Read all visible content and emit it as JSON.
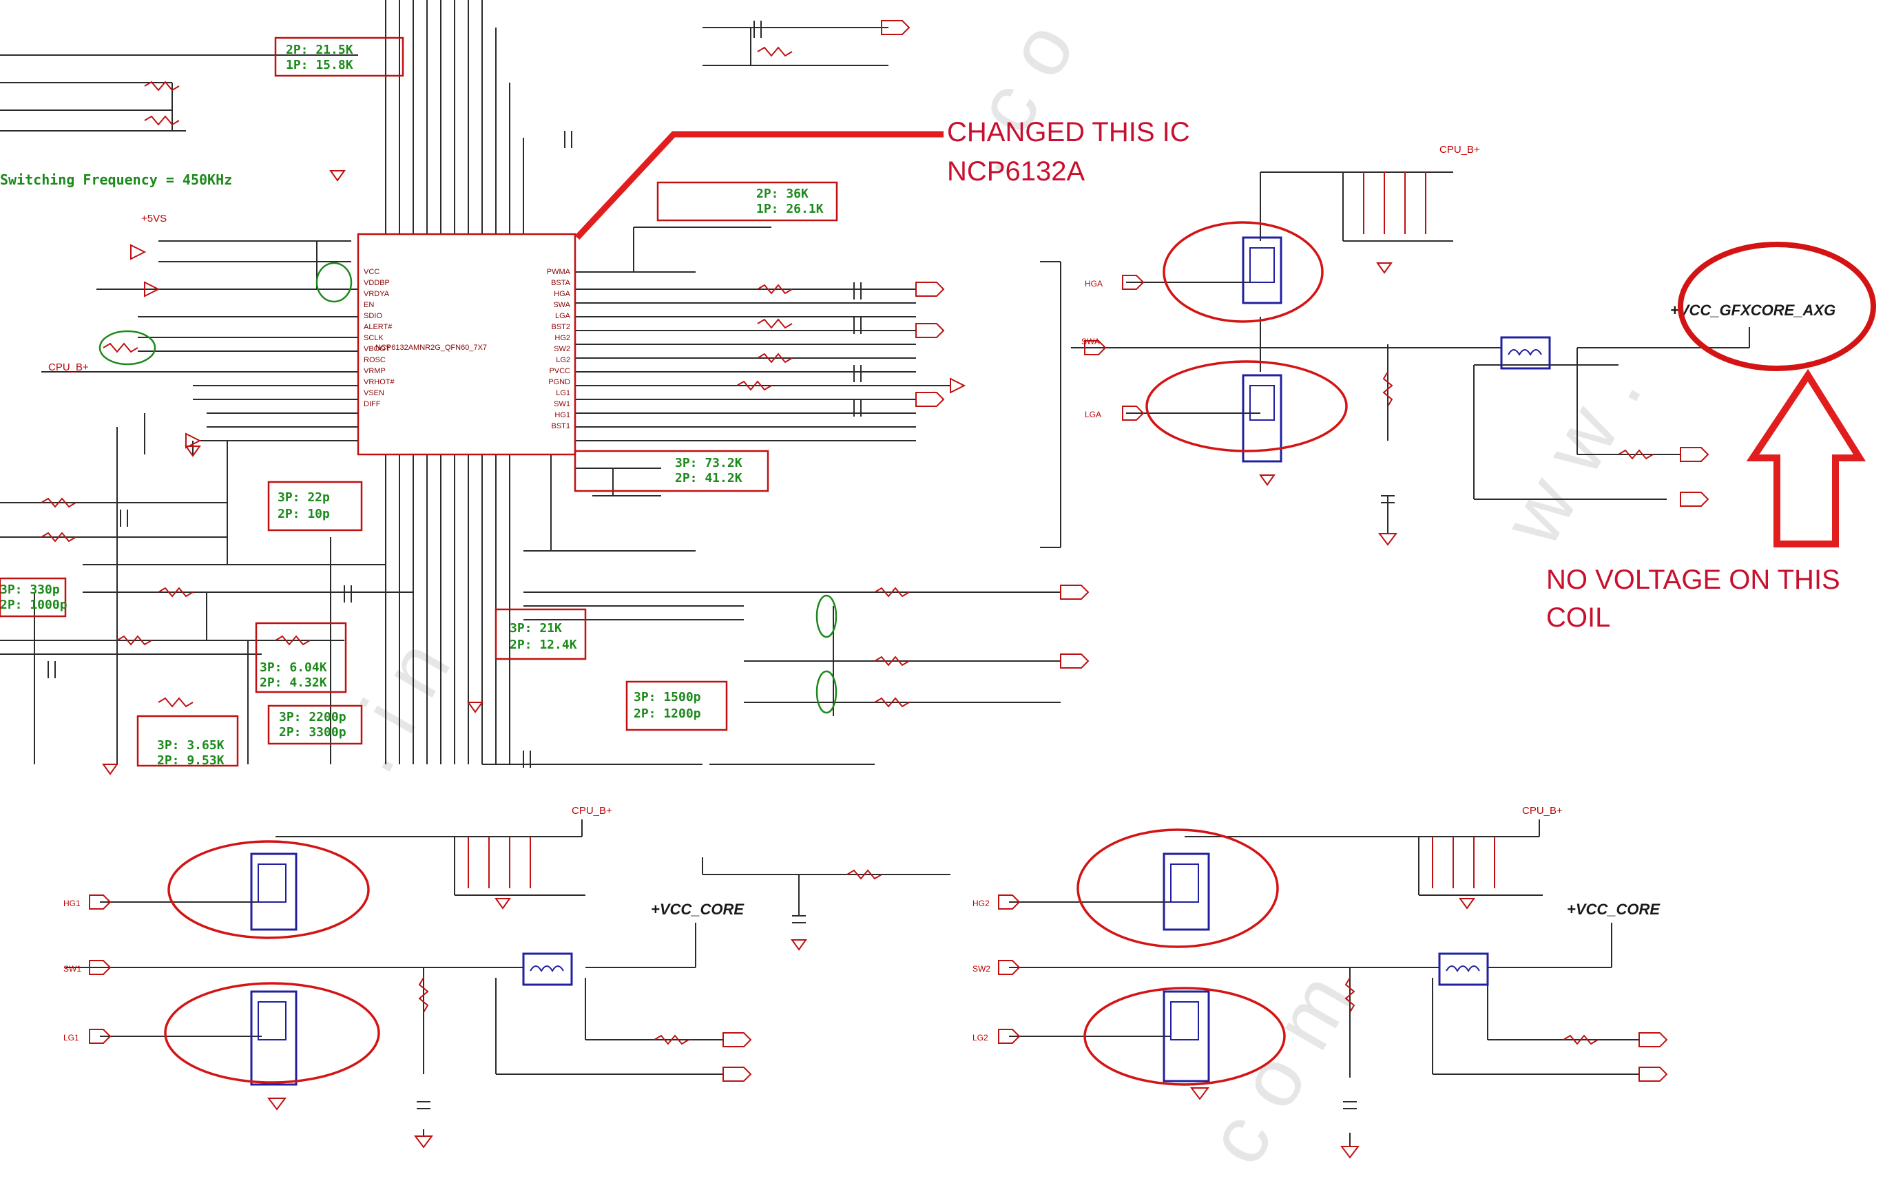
{
  "annotations": {
    "changed_ic_line1": "CHANGED THIS IC",
    "changed_ic_line2": "NCP6132A",
    "no_voltage_line1": "NO VOLTAGE ON THIS",
    "no_voltage_line2": "COIL"
  },
  "main_schematic": {
    "switching_frequency": "Switching Frequency = 450KHz",
    "ic_part": "NCP6132AMNR2G_QFN60_7X7",
    "net_5vs": "+5VS",
    "net_cpu_bplus": "CPU_B+",
    "setting_boxes": [
      {
        "line1": "2P: 21.5K",
        "line2": "1P: 15.8K"
      },
      {
        "line1": "2P: 36K",
        "line2": "1P: 26.1K"
      },
      {
        "line1": "3P: 73.2K",
        "line2": "2P: 41.2K"
      },
      {
        "line1": "3P: 22p",
        "line2": "2P: 10p"
      },
      {
        "line1": "3P: 330p",
        "line2": "2P: 1000p"
      },
      {
        "line1": "3P: 6.04K",
        "line2": "2P: 4.32K"
      },
      {
        "line1": "3P: 2200p",
        "line2": "2P: 3300p"
      },
      {
        "line1": "3P: 21K",
        "line2": "2P: 12.4K"
      },
      {
        "line1": "3P: 1500p",
        "line2": "2P: 1200p"
      },
      {
        "line1": "3P: 3.65K",
        "line2": "2P: 9.53K"
      }
    ],
    "left_pins": [
      "VCC",
      "VDDBP",
      "VRDYA",
      "EN",
      "SDIO",
      "ALERT#",
      "SCLK",
      "VBOOT",
      "ROSC",
      "VRMP",
      "VRHOT#",
      "VSEN",
      "DIFF"
    ],
    "right_pins": [
      "PWMA",
      "BSTA",
      "HGA",
      "SWA",
      "LGA",
      "BST2",
      "HG2",
      "SW2",
      "LG2",
      "PVCC",
      "PGND",
      "LG1",
      "SW1",
      "HG1",
      "BST1"
    ]
  },
  "gfx_phase": {
    "net_cpu_bplus": "CPU_B+",
    "output_net": "+VCC_GFXCORE_AXG",
    "gate_hi": "HGA",
    "gate_lo": "LGA",
    "sw": "SWA"
  },
  "core_phase_1": {
    "net_cpu_bplus": "CPU_B+",
    "output_net": "+VCC_CORE",
    "gate_hi": "HG1",
    "gate_lo": "LG1",
    "sw": "SW1"
  },
  "core_phase_2": {
    "net_cpu_bplus": "CPU_B+",
    "output_net": "+VCC_CORE",
    "gate_hi": "HG2",
    "gate_lo": "LG2",
    "sw": "SW2"
  },
  "colors": {
    "annotation_red": "#c8102e",
    "wire": "#2b2b2b",
    "component_red": "#c01010",
    "mosfet_blue": "#2020a0",
    "setting_green": "#1c8a1c"
  }
}
